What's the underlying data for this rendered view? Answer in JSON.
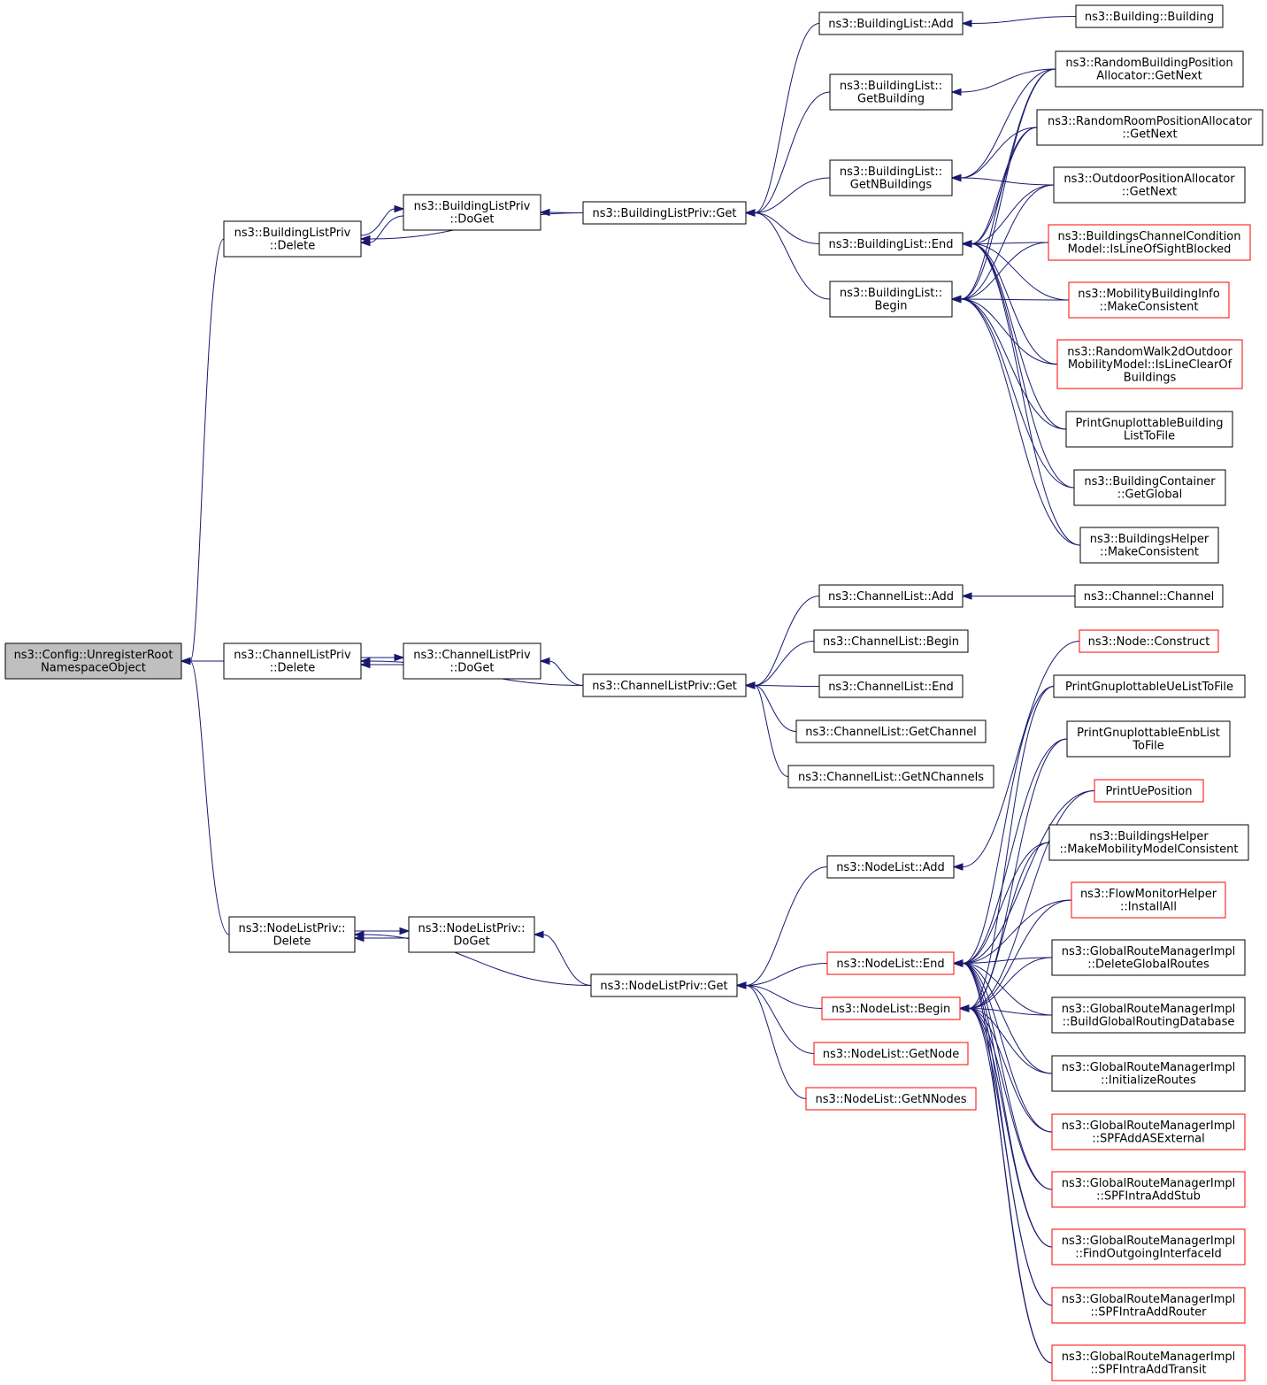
{
  "nodes": [
    {
      "id": "root",
      "lines": [
        "ns3::Config::UnregisterRoot",
        "NamespaceObject"
      ],
      "root": true
    },
    {
      "id": "blp_delete",
      "lines": [
        "ns3::BuildingListPriv",
        "::Delete"
      ]
    },
    {
      "id": "clp_delete",
      "lines": [
        "ns3::ChannelListPriv",
        "::Delete"
      ]
    },
    {
      "id": "nlp_delete",
      "lines": [
        "ns3::NodeListPriv::",
        "Delete"
      ]
    },
    {
      "id": "blp_doget",
      "lines": [
        "ns3::BuildingListPriv",
        "::DoGet"
      ]
    },
    {
      "id": "clp_doget",
      "lines": [
        "ns3::ChannelListPriv",
        "::DoGet"
      ]
    },
    {
      "id": "nlp_doget",
      "lines": [
        "ns3::NodeListPriv::",
        "DoGet"
      ]
    },
    {
      "id": "blp_get",
      "lines": [
        "ns3::BuildingListPriv::Get"
      ]
    },
    {
      "id": "clp_get",
      "lines": [
        "ns3::ChannelListPriv::Get"
      ]
    },
    {
      "id": "nlp_get",
      "lines": [
        "ns3::NodeListPriv::Get"
      ]
    },
    {
      "id": "bl_add",
      "lines": [
        "ns3::BuildingList::Add"
      ]
    },
    {
      "id": "bl_getbuilding",
      "lines": [
        "ns3::BuildingList::",
        "GetBuilding"
      ]
    },
    {
      "id": "bl_getn",
      "lines": [
        "ns3::BuildingList::",
        "GetNBuildings"
      ]
    },
    {
      "id": "bl_end",
      "lines": [
        "ns3::BuildingList::End"
      ]
    },
    {
      "id": "bl_begin",
      "lines": [
        "ns3::BuildingList::",
        "Begin"
      ]
    },
    {
      "id": "building_ctor",
      "lines": [
        "ns3::Building::Building"
      ]
    },
    {
      "id": "rbpa",
      "lines": [
        "ns3::RandomBuildingPosition",
        "Allocator::GetNext"
      ]
    },
    {
      "id": "rrpa",
      "lines": [
        "ns3::RandomRoomPositionAllocator",
        "::GetNext"
      ]
    },
    {
      "id": "opa",
      "lines": [
        "ns3::OutdoorPositionAllocator",
        "::GetNext"
      ]
    },
    {
      "id": "bccm",
      "lines": [
        "ns3::BuildingsChannelCondition",
        "Model::IsLineOfSightBlocked"
      ],
      "truncated": true
    },
    {
      "id": "mbi",
      "lines": [
        "ns3::MobilityBuildingInfo",
        "::MakeConsistent"
      ],
      "truncated": true
    },
    {
      "id": "rw2d",
      "lines": [
        "ns3::RandomWalk2dOutdoor",
        "MobilityModel::IsLineClearOf",
        "Buildings"
      ],
      "truncated": true
    },
    {
      "id": "pgbl",
      "lines": [
        "PrintGnuplottableBuilding",
        "ListToFile"
      ]
    },
    {
      "id": "bc_global",
      "lines": [
        "ns3::BuildingContainer",
        "::GetGlobal"
      ]
    },
    {
      "id": "bh_mc",
      "lines": [
        "ns3::BuildingsHelper",
        "::MakeConsistent"
      ]
    },
    {
      "id": "cl_add",
      "lines": [
        "ns3::ChannelList::Add"
      ]
    },
    {
      "id": "cl_begin",
      "lines": [
        "ns3::ChannelList::Begin"
      ]
    },
    {
      "id": "cl_end",
      "lines": [
        "ns3::ChannelList::End"
      ]
    },
    {
      "id": "cl_getchannel",
      "lines": [
        "ns3::ChannelList::GetChannel"
      ]
    },
    {
      "id": "cl_getn",
      "lines": [
        "ns3::ChannelList::GetNChannels"
      ]
    },
    {
      "id": "channel_ctor",
      "lines": [
        "ns3::Channel::Channel"
      ]
    },
    {
      "id": "nl_add",
      "lines": [
        "ns3::NodeList::Add"
      ]
    },
    {
      "id": "nl_end",
      "lines": [
        "ns3::NodeList::End"
      ],
      "truncated": true
    },
    {
      "id": "nl_begin",
      "lines": [
        "ns3::NodeList::Begin"
      ],
      "truncated": true
    },
    {
      "id": "nl_getnode",
      "lines": [
        "ns3::NodeList::GetNode"
      ],
      "truncated": true
    },
    {
      "id": "nl_getn",
      "lines": [
        "ns3::NodeList::GetNNodes"
      ],
      "truncated": true
    },
    {
      "id": "node_construct",
      "lines": [
        "ns3::Node::Construct"
      ],
      "truncated": true
    },
    {
      "id": "pgue",
      "lines": [
        "PrintGnuplottableUeListToFile"
      ]
    },
    {
      "id": "pgenb",
      "lines": [
        "PrintGnuplottableEnbList",
        "ToFile"
      ]
    },
    {
      "id": "pue",
      "lines": [
        "PrintUePosition"
      ],
      "truncated": true
    },
    {
      "id": "bh_mmmc",
      "lines": [
        "ns3::BuildingsHelper",
        "::MakeMobilityModelConsistent"
      ]
    },
    {
      "id": "fmh",
      "lines": [
        "ns3::FlowMonitorHelper",
        "::InstallAll"
      ],
      "truncated": true
    },
    {
      "id": "grm_del",
      "lines": [
        "ns3::GlobalRouteManagerImpl",
        "::DeleteGlobalRoutes"
      ]
    },
    {
      "id": "grm_build",
      "lines": [
        "ns3::GlobalRouteManagerImpl",
        "::BuildGlobalRoutingDatabase"
      ]
    },
    {
      "id": "grm_init",
      "lines": [
        "ns3::GlobalRouteManagerImpl",
        "::InitializeRoutes"
      ]
    },
    {
      "id": "grm_asext",
      "lines": [
        "ns3::GlobalRouteManagerImpl",
        "::SPFAddASExternal"
      ],
      "truncated": true
    },
    {
      "id": "grm_stub",
      "lines": [
        "ns3::GlobalRouteManagerImpl",
        "::SPFIntraAddStub"
      ],
      "truncated": true
    },
    {
      "id": "grm_find",
      "lines": [
        "ns3::GlobalRouteManagerImpl",
        "::FindOutgoingInterfaceId"
      ],
      "truncated": true
    },
    {
      "id": "grm_router",
      "lines": [
        "ns3::GlobalRouteManagerImpl",
        "::SPFIntraAddRouter"
      ],
      "truncated": true
    },
    {
      "id": "grm_transit",
      "lines": [
        "ns3::GlobalRouteManagerImpl",
        "::SPFIntraAddTransit"
      ],
      "truncated": true
    }
  ],
  "edges": [
    [
      "blp_delete",
      "root"
    ],
    [
      "clp_delete",
      "root"
    ],
    [
      "nlp_delete",
      "root"
    ],
    [
      "blp_doget",
      "blp_delete"
    ],
    [
      "blp_delete",
      "blp_doget"
    ],
    [
      "blp_get",
      "blp_doget"
    ],
    [
      "blp_get",
      "blp_delete"
    ],
    [
      "bl_add",
      "blp_get"
    ],
    [
      "bl_getbuilding",
      "blp_get"
    ],
    [
      "bl_getn",
      "blp_get"
    ],
    [
      "bl_end",
      "blp_get"
    ],
    [
      "bl_begin",
      "blp_get"
    ],
    [
      "building_ctor",
      "bl_add"
    ],
    [
      "rbpa",
      "bl_getbuilding"
    ],
    [
      "rbpa",
      "bl_getn"
    ],
    [
      "rrpa",
      "bl_getn"
    ],
    [
      "opa",
      "bl_getn"
    ],
    [
      "rbpa",
      "bl_end"
    ],
    [
      "rrpa",
      "bl_end"
    ],
    [
      "opa",
      "bl_end"
    ],
    [
      "bccm",
      "bl_end"
    ],
    [
      "mbi",
      "bl_end"
    ],
    [
      "rw2d",
      "bl_end"
    ],
    [
      "pgbl",
      "bl_end"
    ],
    [
      "bc_global",
      "bl_end"
    ],
    [
      "bh_mc",
      "bl_end"
    ],
    [
      "rbpa",
      "bl_begin"
    ],
    [
      "rrpa",
      "bl_begin"
    ],
    [
      "opa",
      "bl_begin"
    ],
    [
      "bccm",
      "bl_begin"
    ],
    [
      "mbi",
      "bl_begin"
    ],
    [
      "rw2d",
      "bl_begin"
    ],
    [
      "pgbl",
      "bl_begin"
    ],
    [
      "bc_global",
      "bl_begin"
    ],
    [
      "bh_mc",
      "bl_begin"
    ],
    [
      "clp_doget",
      "clp_delete"
    ],
    [
      "clp_delete",
      "clp_doget"
    ],
    [
      "clp_get",
      "clp_doget"
    ],
    [
      "clp_get",
      "clp_delete"
    ],
    [
      "cl_add",
      "clp_get"
    ],
    [
      "cl_begin",
      "clp_get"
    ],
    [
      "cl_end",
      "clp_get"
    ],
    [
      "cl_getchannel",
      "clp_get"
    ],
    [
      "cl_getn",
      "clp_get"
    ],
    [
      "channel_ctor",
      "cl_add"
    ],
    [
      "nlp_doget",
      "nlp_delete"
    ],
    [
      "nlp_delete",
      "nlp_doget"
    ],
    [
      "nlp_get",
      "nlp_doget"
    ],
    [
      "nlp_get",
      "nlp_delete"
    ],
    [
      "nl_add",
      "nlp_get"
    ],
    [
      "nl_end",
      "nlp_get"
    ],
    [
      "nl_begin",
      "nlp_get"
    ],
    [
      "nl_getnode",
      "nlp_get"
    ],
    [
      "nl_getn",
      "nlp_get"
    ],
    [
      "node_construct",
      "nl_add"
    ],
    [
      "pgue",
      "nl_end"
    ],
    [
      "pgenb",
      "nl_end"
    ],
    [
      "pue",
      "nl_end"
    ],
    [
      "bh_mmmc",
      "nl_end"
    ],
    [
      "fmh",
      "nl_end"
    ],
    [
      "grm_del",
      "nl_end"
    ],
    [
      "grm_build",
      "nl_end"
    ],
    [
      "grm_init",
      "nl_end"
    ],
    [
      "grm_asext",
      "nl_end"
    ],
    [
      "grm_stub",
      "nl_end"
    ],
    [
      "grm_find",
      "nl_end"
    ],
    [
      "grm_router",
      "nl_end"
    ],
    [
      "grm_transit",
      "nl_end"
    ],
    [
      "pgue",
      "nl_begin"
    ],
    [
      "pgenb",
      "nl_begin"
    ],
    [
      "pue",
      "nl_begin"
    ],
    [
      "bh_mmmc",
      "nl_begin"
    ],
    [
      "fmh",
      "nl_begin"
    ],
    [
      "grm_del",
      "nl_begin"
    ],
    [
      "grm_build",
      "nl_begin"
    ],
    [
      "grm_init",
      "nl_begin"
    ],
    [
      "grm_asext",
      "nl_begin"
    ],
    [
      "grm_stub",
      "nl_begin"
    ],
    [
      "grm_find",
      "nl_begin"
    ],
    [
      "grm_router",
      "nl_begin"
    ],
    [
      "grm_transit",
      "nl_begin"
    ]
  ],
  "colors": {
    "edge": "#191970",
    "root_fill": "#bfbfbf",
    "truncated_border": "#ff0000",
    "border": "#000000"
  }
}
